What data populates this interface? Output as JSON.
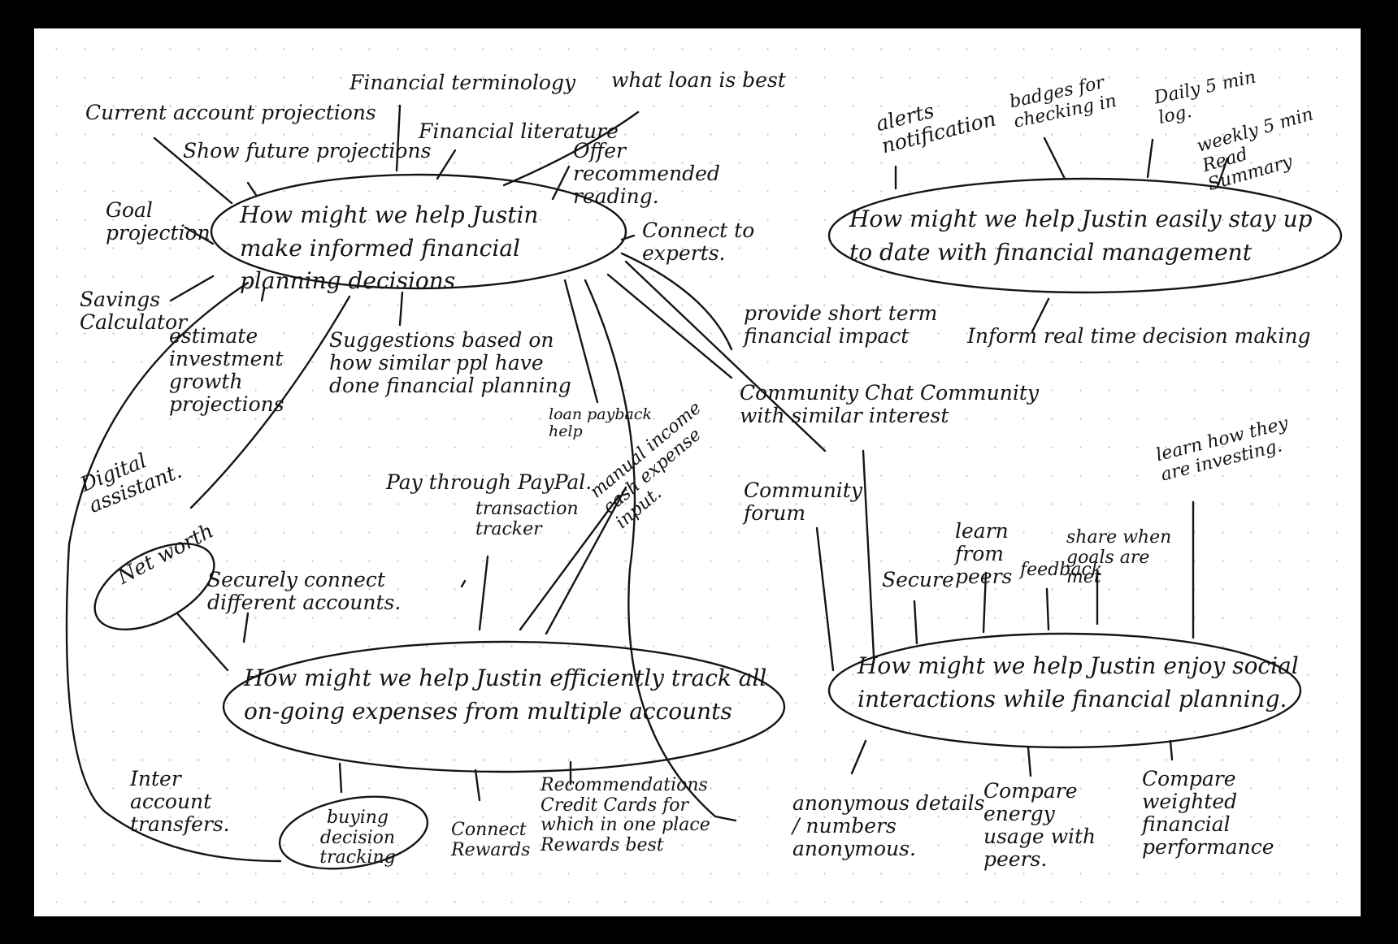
{
  "hubs": {
    "informed": "How might we help Justin make informed financial planning decisions",
    "uptodate": "How might we help Justin easily stay up to date with financial management",
    "track": "How might we help Justin efficiently track all on-going expenses from multiple accounts",
    "social": "How might we help Justin enjoy social interactions while financial planning."
  },
  "ideas": {
    "current_projections": "Current account projections",
    "future_projections": "Show future projections",
    "terminology": "Financial terminology",
    "literature": "Financial literature",
    "loan_best": "what loan is best",
    "recommended": "Offer recommended reading.",
    "goal_projection": "Goal projection",
    "connect_experts": "Connect to experts.",
    "savings_calculator": "Savings Calculator",
    "investment_growth": "estimate investment growth projections",
    "suggestions": "Suggestions based on how similar ppl have done financial planning",
    "loan_payback": "loan payback help",
    "paypal": "Pay through PayPal.",
    "transaction_tracker": "transaction tracker",
    "manual_input": "manual income cash expense input.",
    "digital_assistant": "Digital assistant.",
    "net_worth": "Net worth",
    "securely_connect": "Securely connect different accounts.",
    "inter_account": "Inter account transfers.",
    "buying_decision": "buying decision tracking",
    "connect_rewards": "Connect Rewards",
    "credit_cards": "Recommendations Credit Cards for which in one place Rewards best",
    "alerts": "alerts notification",
    "badges": "badges for checking in",
    "daily_log": "Daily 5 min log.",
    "weekly_summary": "weekly 5 min Read Summary",
    "short_term": "provide short term financial impact",
    "real_time": "Inform real time decision making",
    "community_chat": "Community Chat Community with similar interest",
    "community_forum": "Community forum",
    "secure": "Secure",
    "learn_peers": "learn from peers",
    "feedback": "feedback",
    "share_goals": "share when goals are met",
    "learn_investing": "learn how they are investing.",
    "anonymous": "anonymous details / numbers anonymous.",
    "compare_energy": "Compare energy usage with peers.",
    "compare_weighted": "Compare weighted financial performance"
  }
}
